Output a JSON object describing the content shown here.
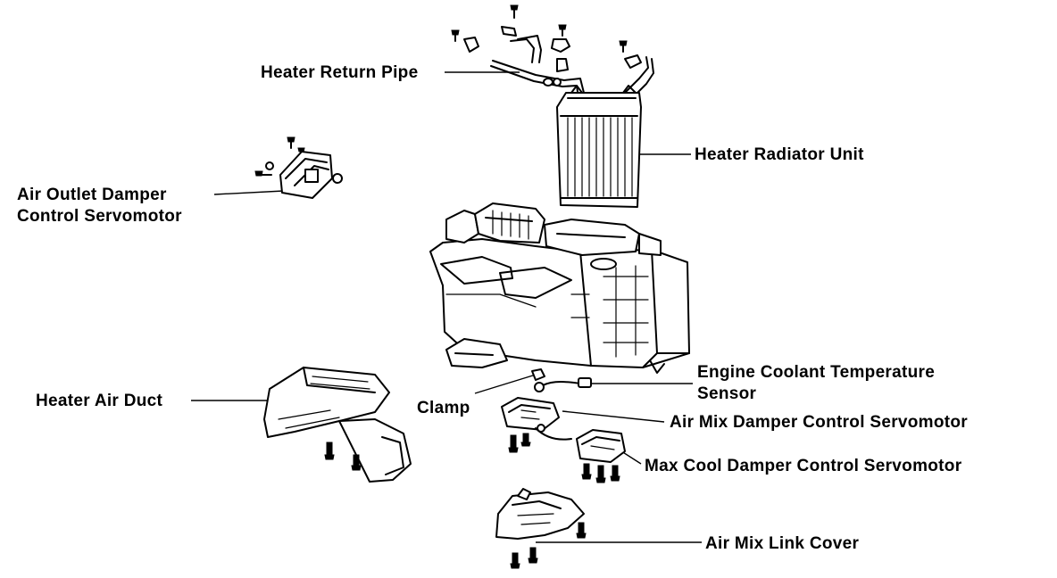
{
  "labels": {
    "heater_return_pipe": "Heater Return Pipe",
    "heater_radiator_unit": "Heater Radiator Unit",
    "air_outlet_damper_line1": "Air Outlet Damper",
    "air_outlet_damper_line2": "Control Servomotor",
    "heater_air_duct": "Heater Air Duct",
    "engine_coolant_line1": "Engine Coolant Temperature",
    "engine_coolant_line2": "Sensor",
    "clamp": "Clamp",
    "air_mix_damper_servomotor": "Air Mix Damper Control Servomotor",
    "max_cool_damper_servomotor": "Max Cool Damper Control Servomotor",
    "air_mix_link_cover": "Air Mix Link Cover"
  },
  "colors": {
    "ink": "#000000",
    "paper": "#ffffff"
  }
}
